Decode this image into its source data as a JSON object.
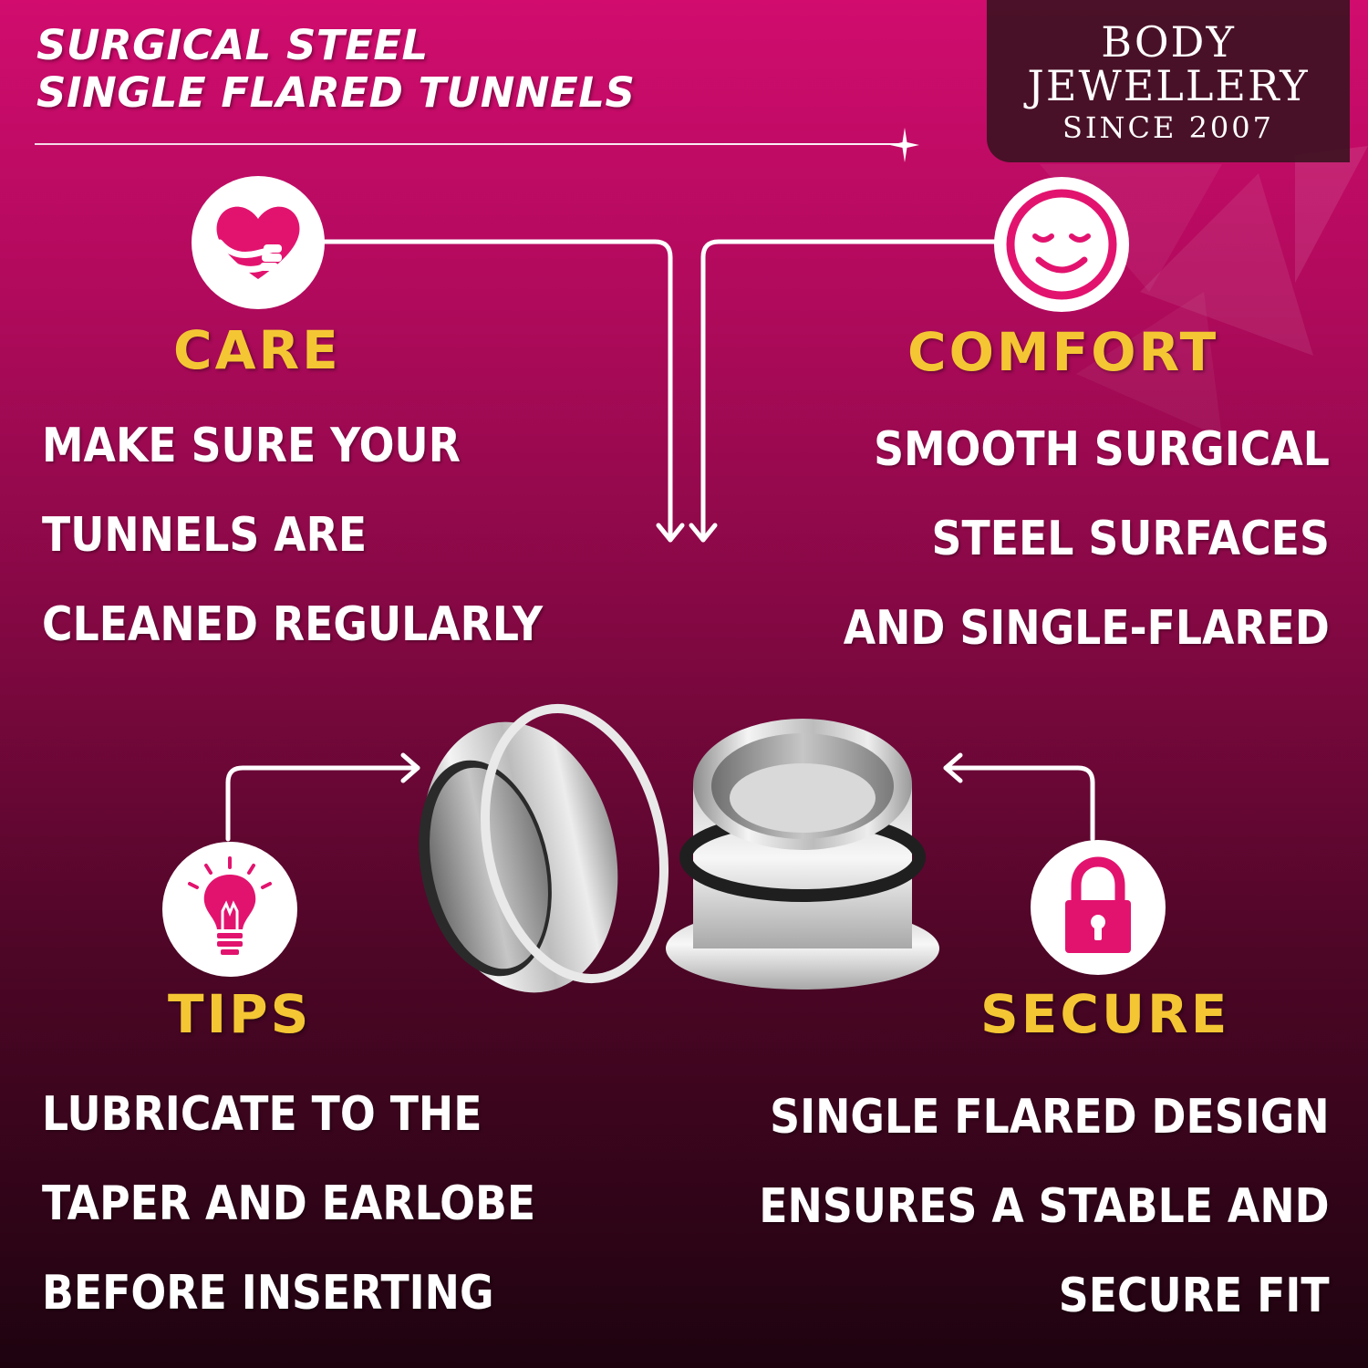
{
  "header": {
    "title_line1": "SURGICAL STEEL",
    "title_line2": "SINGLE FLARED TUNNELS"
  },
  "brand": {
    "line1": "BODY",
    "line2": "JEWELLERY",
    "line3": "SINCE 2007"
  },
  "features": {
    "care": {
      "heading": "CARE",
      "icon": "heart-hug-icon",
      "lines": [
        "MAKE SURE YOUR",
        "TUNNELS ARE",
        "CLEANED REGULARLY"
      ]
    },
    "comfort": {
      "heading": "COMFORT",
      "icon": "smiley-face-icon",
      "lines": [
        "SMOOTH SURGICAL",
        "STEEL SURFACES",
        "AND SINGLE-FLARED"
      ]
    },
    "tips": {
      "heading": "TIPS",
      "icon": "light-bulb-icon",
      "lines": [
        "LUBRICATE TO THE",
        "TAPER AND EARLOBE",
        "BEFORE INSERTING"
      ]
    },
    "secure": {
      "heading": "SECURE",
      "icon": "padlock-icon",
      "lines": [
        "SINGLE FLARED DESIGN",
        "ENSURES A STABLE AND",
        "SECURE FIT"
      ]
    }
  },
  "colors": {
    "accent_pink": "#e2136e",
    "heading_yellow": "#f4c634",
    "text_white": "#ffffff",
    "brand_box": "#3e1222"
  }
}
